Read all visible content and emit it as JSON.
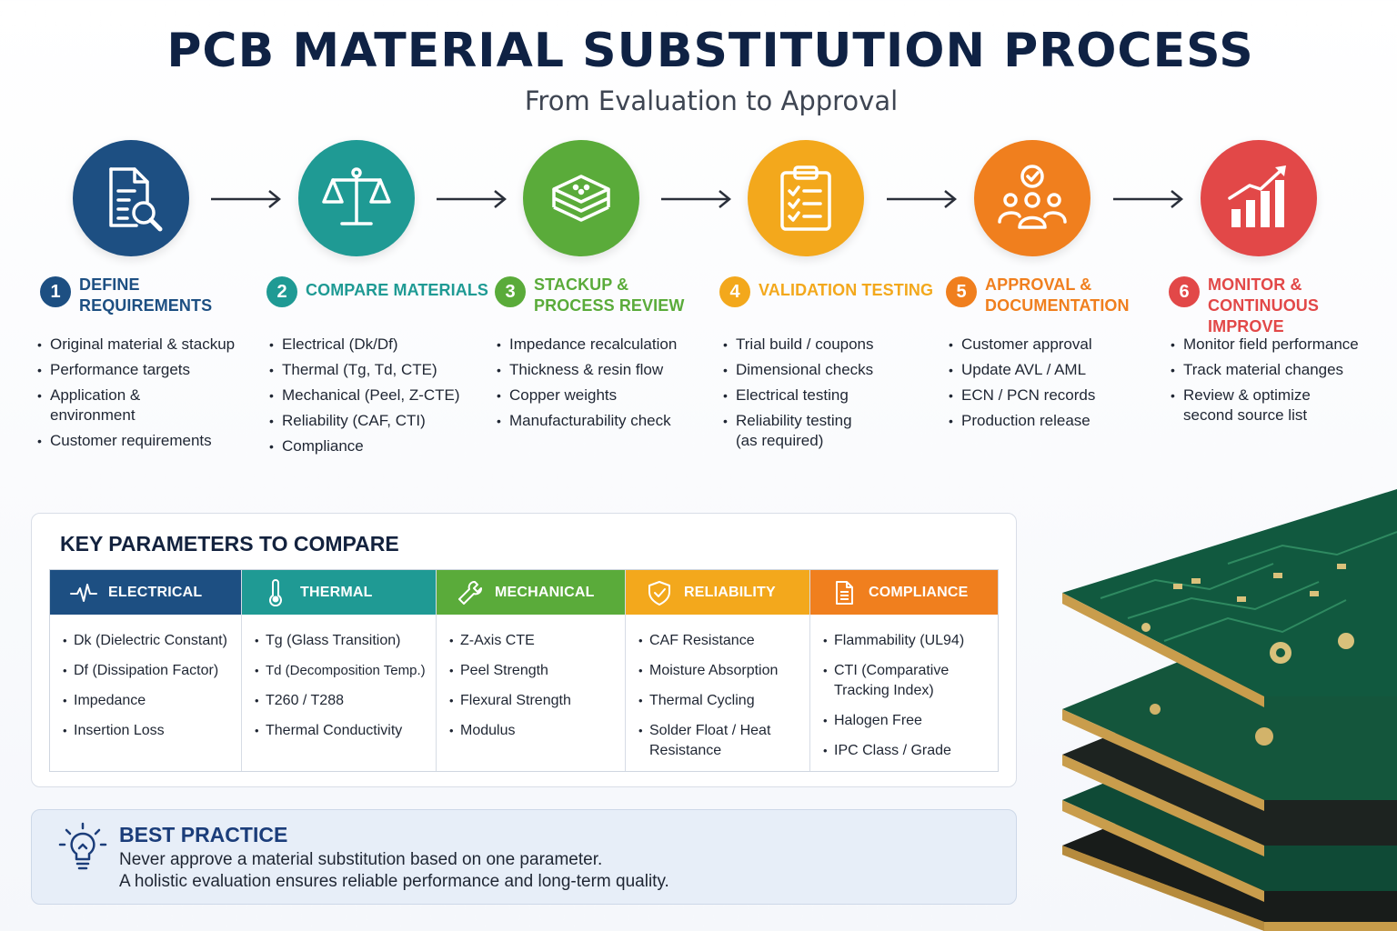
{
  "header": {
    "title": "PCB MATERIAL SUBSTITUTION PROCESS",
    "subtitle": "From Evaluation to Approval"
  },
  "steps": [
    {
      "num": "1",
      "title_lines": [
        "DEFINE",
        "REQUIREMENTS"
      ],
      "color": "#1d4f82",
      "icon": "document-search-icon",
      "items": [
        "Original material & stackup",
        "Performance targets",
        "Application & environment",
        "Customer requirements"
      ]
    },
    {
      "num": "2",
      "title_lines": [
        "COMPARE MATERIALS"
      ],
      "color": "#1f9a94",
      "icon": "balance-scale-icon",
      "items": [
        "Electrical (Dk/Df)",
        "Thermal (Tg, Td, CTE)",
        "Mechanical (Peel, Z-CTE)",
        "Reliability (CAF, CTI)",
        "Compliance"
      ]
    },
    {
      "num": "3",
      "title_lines": [
        "STACKUP &",
        "PROCESS REVIEW"
      ],
      "color": "#5aab3a",
      "icon": "layer-stack-icon",
      "items": [
        "Impedance recalculation",
        "Thickness & resin flow",
        "Copper weights",
        "Manufacturability check"
      ]
    },
    {
      "num": "4",
      "title_lines": [
        "VALIDATION TESTING"
      ],
      "color": "#f3a81c",
      "icon": "clipboard-checklist-icon",
      "items": [
        "Trial build / coupons",
        "Dimensional checks",
        "Electrical testing",
        "Reliability testing (as required)"
      ]
    },
    {
      "num": "5",
      "title_lines": [
        "APPROVAL &",
        "DOCUMENTATION"
      ],
      "color": "#f07f1e",
      "icon": "team-approval-icon",
      "items": [
        "Customer approval",
        "Update AVL / AML",
        "ECN / PCN records",
        "Production release"
      ]
    },
    {
      "num": "6",
      "title_lines": [
        "MONITOR &",
        "CONTINUOUS IMPROVE"
      ],
      "color": "#e24848",
      "icon": "growth-chart-icon",
      "items": [
        "Monitor field performance",
        "Track material changes",
        "Review & optimize second source list"
      ]
    }
  ],
  "parameters": {
    "title": "KEY PARAMETERS TO COMPARE",
    "columns": [
      {
        "label": "ELECTRICAL",
        "color": "#1d4f82",
        "icon": "waveform-icon",
        "items": [
          "Dk (Dielectric Constant)",
          "Df (Dissipation Factor)",
          "Impedance",
          "Insertion Loss"
        ]
      },
      {
        "label": "THERMAL",
        "color": "#1f9a94",
        "icon": "thermometer-icon",
        "items": [
          "Tg (Glass Transition)",
          "Td (Decomposition Temp.)",
          "T260 / T288",
          "Thermal Conductivity"
        ]
      },
      {
        "label": "MECHANICAL",
        "color": "#5aab3a",
        "icon": "wrench-icon",
        "items": [
          "Z-Axis CTE",
          "Peel Strength",
          "Flexural Strength",
          "Modulus"
        ]
      },
      {
        "label": "RELIABILITY",
        "color": "#f3a81c",
        "icon": "shield-check-icon",
        "items": [
          "CAF Resistance",
          "Moisture Absorption",
          "Thermal Cycling",
          "Solder Float / Heat Resistance"
        ]
      },
      {
        "label": "COMPLIANCE",
        "color": "#f07f1e",
        "icon": "document-icon",
        "items": [
          "Flammability (UL94)",
          "CTI (Comparative Tracking Index)",
          "Halogen Free",
          "IPC Class / Grade"
        ]
      }
    ]
  },
  "best_practice": {
    "title": "BEST PRACTICE",
    "line1": "Never approve a material substitution based on one parameter.",
    "line2": "A holistic evaluation ensures reliable performance and long-term quality."
  }
}
